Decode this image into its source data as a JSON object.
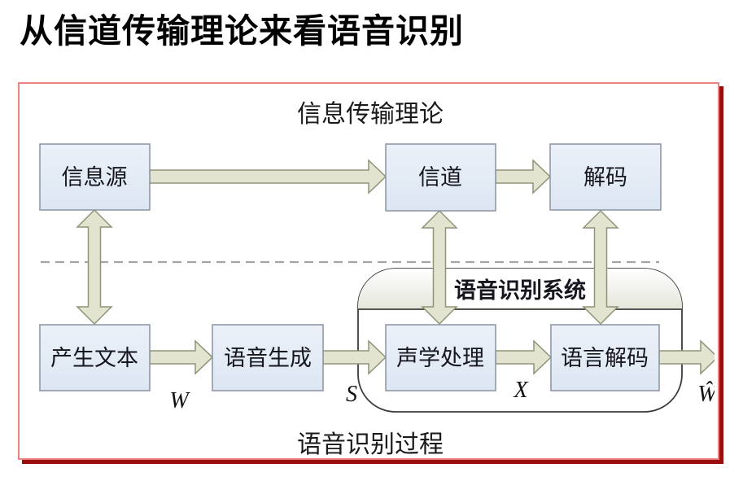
{
  "title": "从信道传输理论来看语音识别",
  "diagram": {
    "top_section_label": "信息传输理论",
    "bottom_section_label": "语音识别过程",
    "srs_label": "语音识别系统",
    "boxes": {
      "info_source": "信息源",
      "channel": "信道",
      "decode": "解码",
      "gen_text": "产生文本",
      "speech_gen": "语音生成",
      "acoustic": "声学处理",
      "lang_decode": "语言解码"
    },
    "signals": {
      "w": "W",
      "s": "S",
      "x": "X",
      "w_hat": "Ŵ"
    },
    "colors": {
      "frame_border": "#ec8282",
      "frame_shadow": "#990d0d",
      "box_fill": "#e0e8f4",
      "box_border": "#8a93a3",
      "arrow_fill": "#e2e4cf",
      "arrow_border": "#8f9377",
      "band_bottom": "#e4e6da"
    }
  }
}
